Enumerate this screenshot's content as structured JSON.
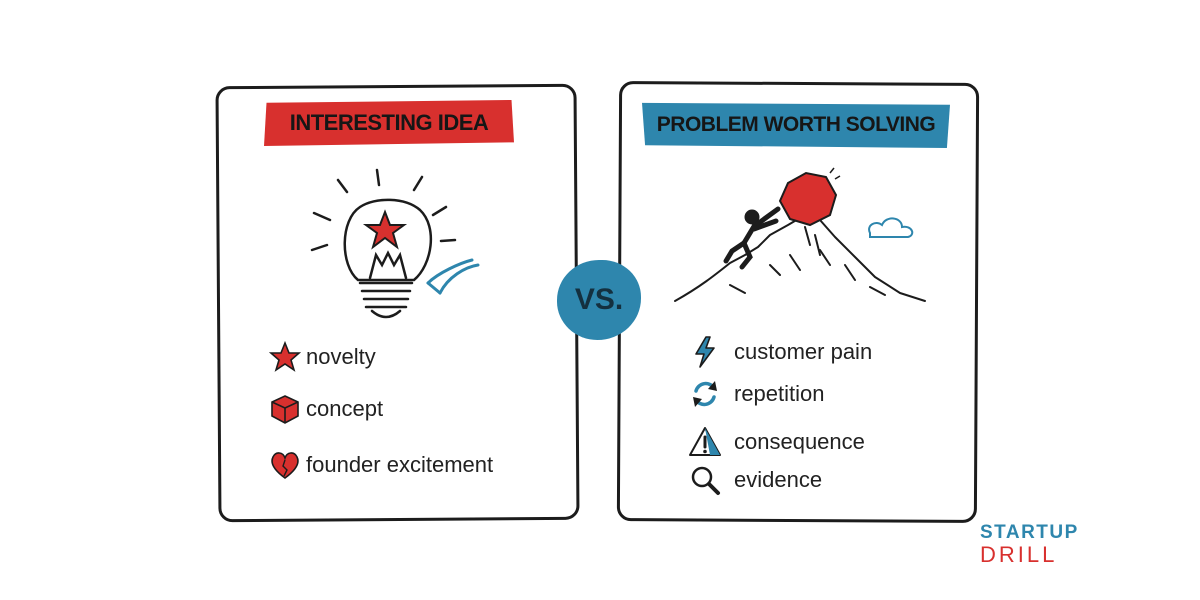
{
  "left_card": {
    "title": "INTERESTING IDEA",
    "items": [
      {
        "icon": "star-icon",
        "label": "novelty"
      },
      {
        "icon": "cube-icon",
        "label": "concept"
      },
      {
        "icon": "heart-icon",
        "label": "founder excitement"
      }
    ]
  },
  "vs_label": "VS.",
  "right_card": {
    "title": "PROBLEM WORTH SOLVING",
    "items": [
      {
        "icon": "lightning-icon",
        "label": "customer pain"
      },
      {
        "icon": "refresh-icon",
        "label": "repetition"
      },
      {
        "icon": "warning-icon",
        "label": "consequence"
      },
      {
        "icon": "magnifier-icon",
        "label": "evidence"
      }
    ]
  },
  "brand": {
    "line1": "STARTUP",
    "line2": "DRILL"
  },
  "colors": {
    "red": "#d8302e",
    "blue": "#2e86ad",
    "ink": "#1c1c1c"
  }
}
